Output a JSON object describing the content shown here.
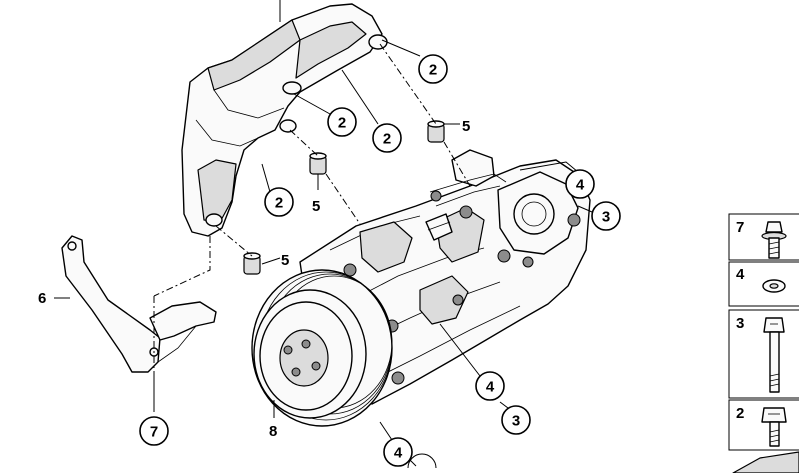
{
  "callouts": [
    {
      "id": "c2a",
      "label": "2"
    },
    {
      "id": "c2b",
      "label": "2"
    },
    {
      "id": "c2c",
      "label": "2"
    },
    {
      "id": "c2d",
      "label": "2"
    },
    {
      "id": "c4a",
      "label": "4"
    },
    {
      "id": "c3a",
      "label": "3"
    },
    {
      "id": "c4b",
      "label": "4"
    },
    {
      "id": "c3b",
      "label": "3"
    },
    {
      "id": "c4c",
      "label": "4"
    },
    {
      "id": "c7",
      "label": "7"
    }
  ],
  "plain_labels": [
    {
      "id": "p5a",
      "label": "5"
    },
    {
      "id": "p5b",
      "label": "5"
    },
    {
      "id": "p5c",
      "label": "5"
    },
    {
      "id": "p6",
      "label": "6"
    },
    {
      "id": "p8",
      "label": "8"
    }
  ],
  "legend": [
    {
      "id": "l7",
      "label": "7",
      "part": "bolt-with-washer"
    },
    {
      "id": "l4",
      "label": "4",
      "part": "washer"
    },
    {
      "id": "l3",
      "label": "3",
      "part": "long-bolt"
    },
    {
      "id": "l2",
      "label": "2",
      "part": "short-bolt"
    }
  ],
  "colors": {
    "line": "#000000",
    "shade": "#dcdcdc",
    "background": "#ffffff"
  }
}
